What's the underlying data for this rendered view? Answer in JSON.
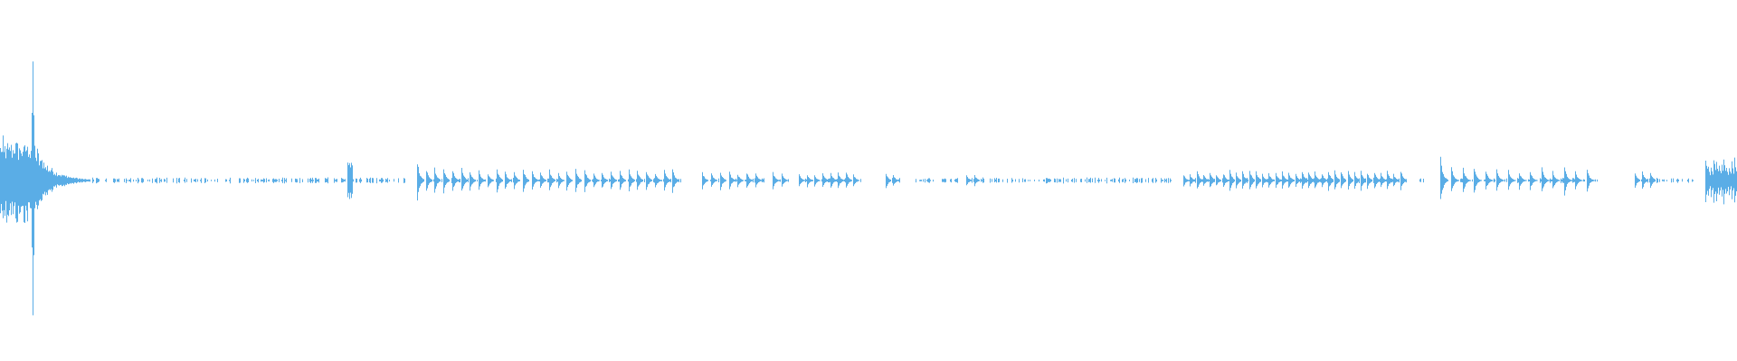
{
  "waveform": {
    "color": "#5aade6",
    "background": "#ffffff",
    "segments": [
      {
        "start": 0.0,
        "end": 0.052,
        "kind": "burst",
        "amp": 0.22,
        "peak_at": 0.019,
        "peak_amp": 0.7
      },
      {
        "start": 0.052,
        "end": 0.2,
        "kind": "noise",
        "amp": 0.012
      },
      {
        "start": 0.2,
        "end": 0.203,
        "kind": "spike",
        "amp": 0.1
      },
      {
        "start": 0.203,
        "end": 0.235,
        "kind": "noise",
        "amp": 0.012
      },
      {
        "start": 0.24,
        "end": 0.392,
        "kind": "pulses",
        "count": 30,
        "amp": 0.06,
        "first_amp": 0.1
      },
      {
        "start": 0.404,
        "end": 0.44,
        "kind": "pulses",
        "count": 7,
        "amp": 0.05
      },
      {
        "start": 0.445,
        "end": 0.455,
        "kind": "pulses",
        "count": 2,
        "amp": 0.04
      },
      {
        "start": 0.46,
        "end": 0.496,
        "kind": "pulses",
        "count": 8,
        "amp": 0.04
      },
      {
        "start": 0.51,
        "end": 0.518,
        "kind": "pulses",
        "count": 2,
        "amp": 0.04
      },
      {
        "start": 0.527,
        "end": 0.552,
        "kind": "noise",
        "amp": 0.01
      },
      {
        "start": 0.556,
        "end": 0.565,
        "kind": "pulses",
        "count": 2,
        "amp": 0.03
      },
      {
        "start": 0.565,
        "end": 0.675,
        "kind": "noise",
        "amp": 0.012
      },
      {
        "start": 0.681,
        "end": 0.81,
        "kind": "pulses",
        "count": 34,
        "amp": 0.05
      },
      {
        "start": 0.817,
        "end": 0.82,
        "kind": "noise",
        "amp": 0.01
      },
      {
        "start": 0.829,
        "end": 0.92,
        "kind": "pulses",
        "count": 14,
        "amp": 0.07,
        "first_amp": 0.12
      },
      {
        "start": 0.941,
        "end": 0.954,
        "kind": "pulses",
        "count": 3,
        "amp": 0.06
      },
      {
        "start": 0.955,
        "end": 0.975,
        "kind": "noise",
        "amp": 0.01
      },
      {
        "start": 0.982,
        "end": 1.0,
        "kind": "pulses",
        "count": 12,
        "amp": 0.12
      }
    ]
  }
}
